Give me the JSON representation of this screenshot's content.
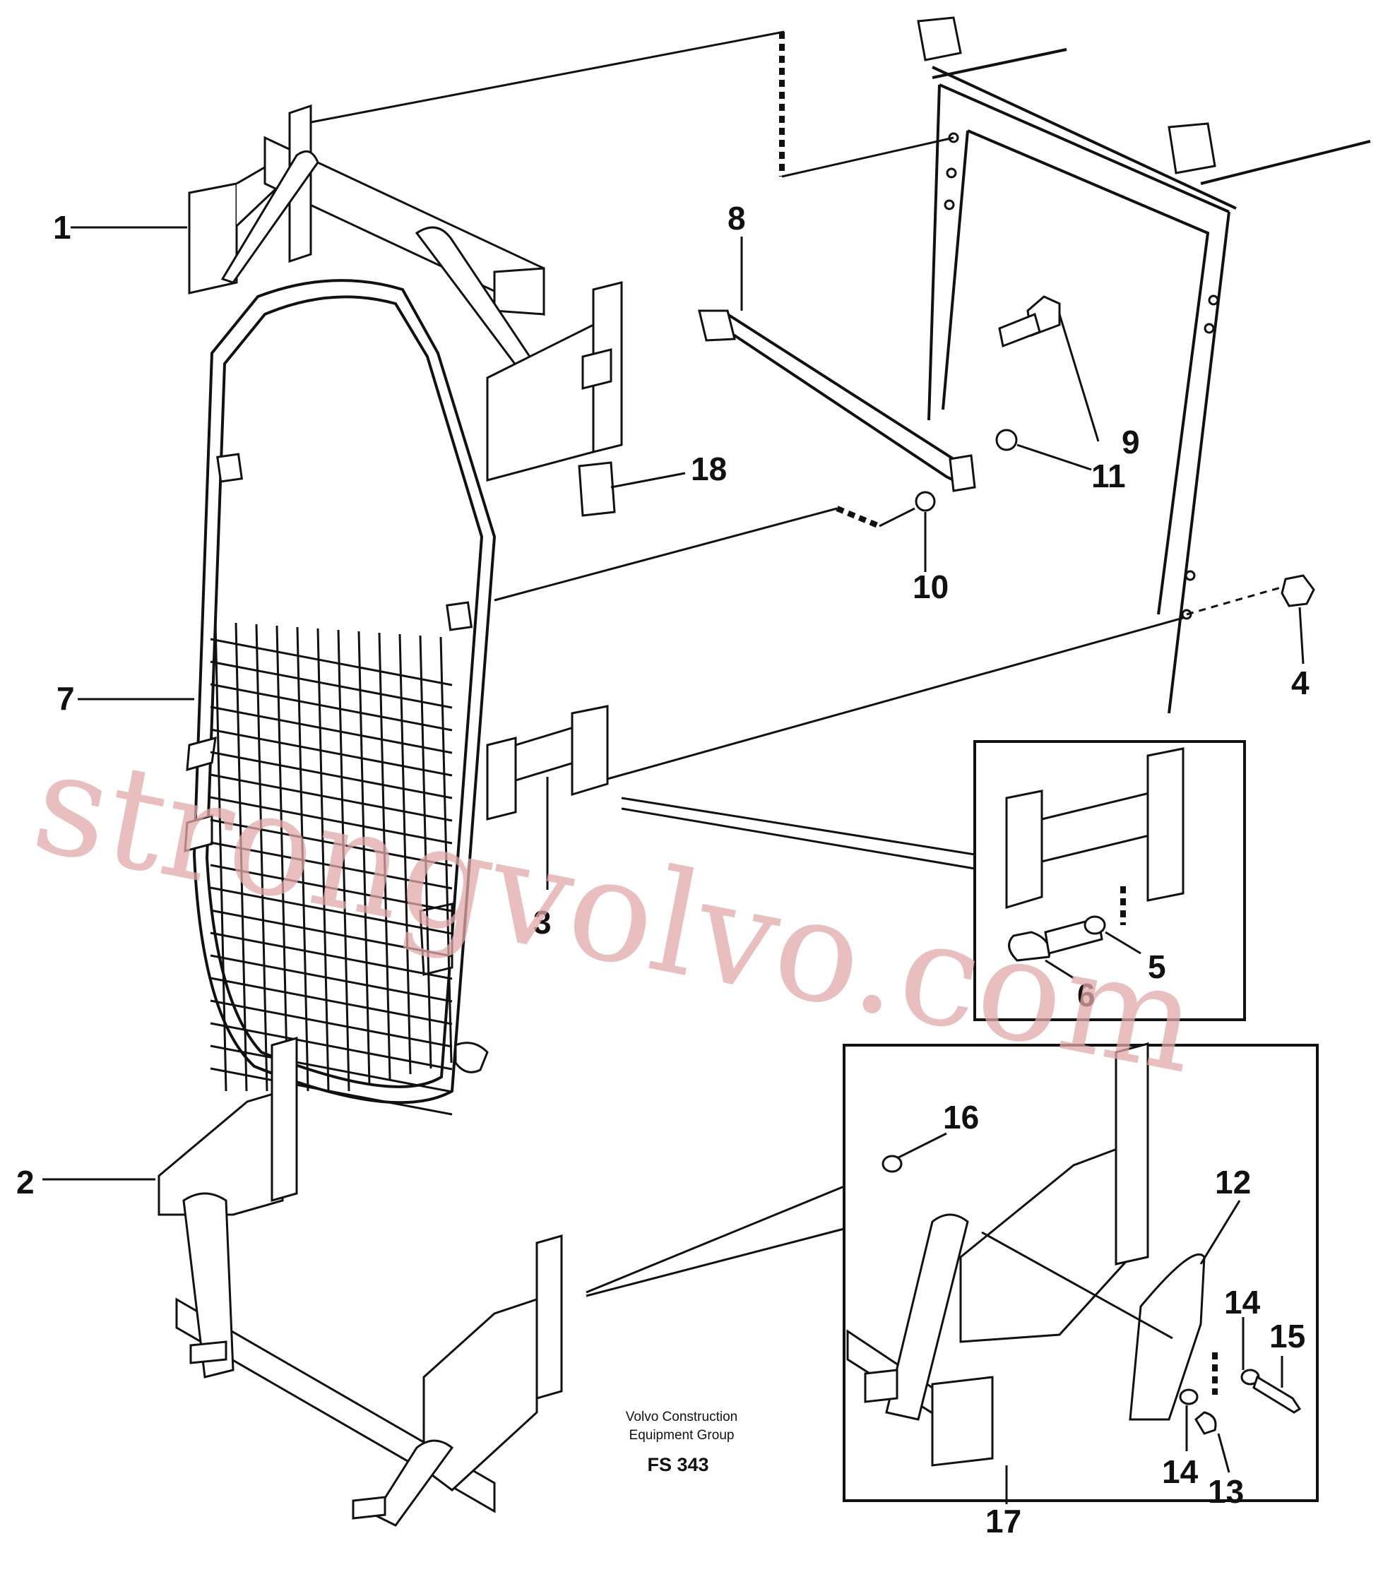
{
  "labels": {
    "l1": "1",
    "l2": "2",
    "l3": "3",
    "l4": "4",
    "l5": "5",
    "l6": "6",
    "l7": "7",
    "l8": "8",
    "l9": "9",
    "l10": "10",
    "l11": "11",
    "l12": "12",
    "l13": "13",
    "l14a": "14",
    "l14b": "14",
    "l15": "15",
    "l16": "16",
    "l17": "17",
    "l18": "18"
  },
  "caption": {
    "line1": "Volvo Construction",
    "line2": "Equipment Group",
    "code": "FS 343"
  },
  "watermark": "strongvolvo.com"
}
